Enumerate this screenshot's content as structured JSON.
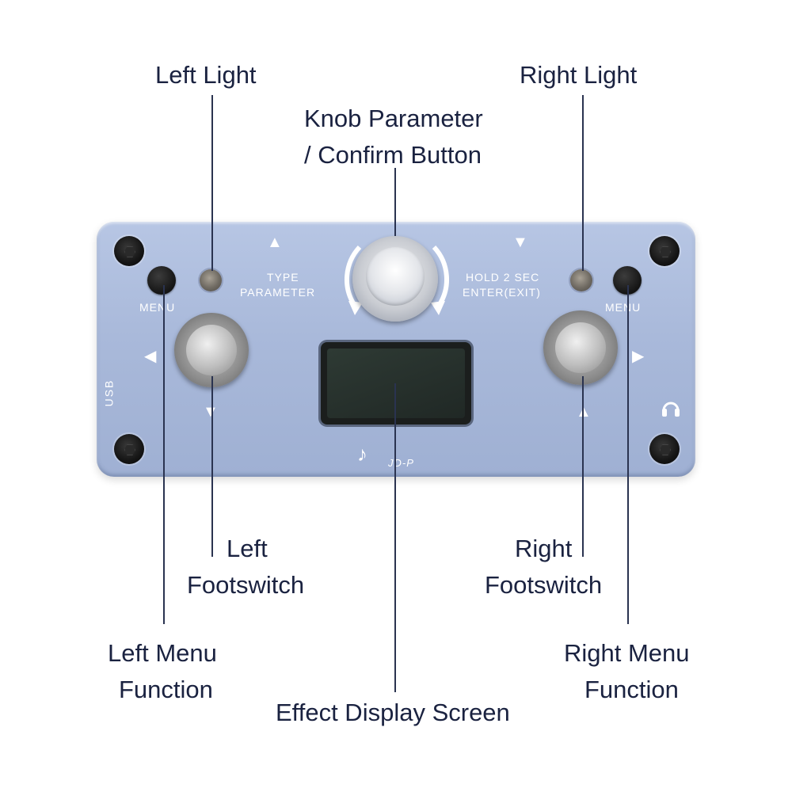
{
  "labels": {
    "left_light": "Left Light",
    "right_light": "Right Light",
    "knob_line1": "Knob Parameter",
    "knob_line2": "/ Confirm Button",
    "left_foot_line1": "Left",
    "left_foot_line2": "Footswitch",
    "right_foot_line1": "Right",
    "right_foot_line2": "Footswitch",
    "left_menu_line1": "Left Menu",
    "left_menu_line2": "Function",
    "right_menu_line1": "Right Menu",
    "right_menu_line2": "Function",
    "display": "Effect Display Screen"
  },
  "panel": {
    "type_line1": "TYPE",
    "type_line2": "PARAMETER",
    "hold_line1": "HOLD 2 SEC",
    "hold_line2": "ENTER(EXIT)",
    "menu_left": "MENU",
    "menu_right": "MENU",
    "usb": "USB",
    "brand": "JD-P"
  },
  "icons": {
    "arrow_up": "▲",
    "arrow_down": "▼",
    "arrow_left": "◀",
    "arrow_right": "▶",
    "logo_glyph": "♪"
  },
  "colors": {
    "pedal_body": "#a9b9da",
    "label_text": "#1a2240",
    "panel_text": "#ffffff"
  }
}
